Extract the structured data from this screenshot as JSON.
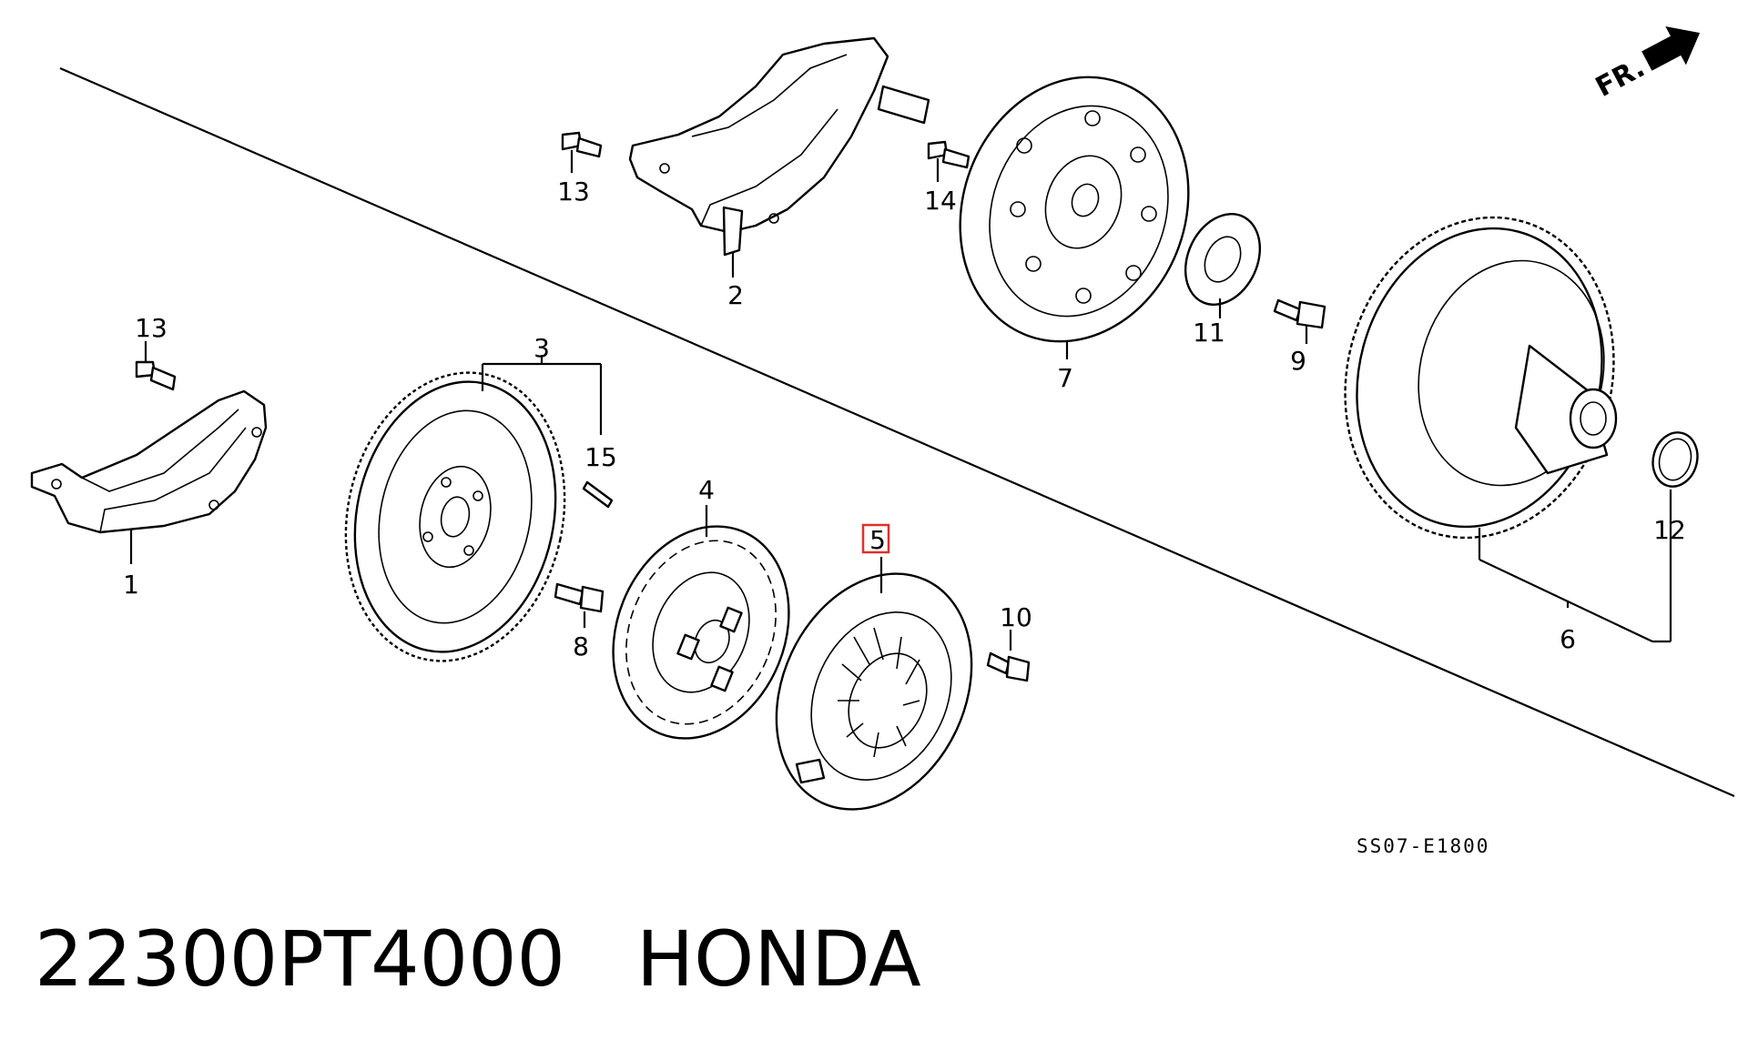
{
  "diagram": {
    "callouts": [
      "1",
      "2",
      "3",
      "4",
      "5",
      "6",
      "7",
      "8",
      "9",
      "10",
      "11",
      "12",
      "13",
      "13",
      "14",
      "15"
    ],
    "highlighted_callout": "5",
    "highlight_color": "#e0302a",
    "drawing_code": "SS07-E1800",
    "direction_label": "FR."
  },
  "caption": {
    "part_number": "22300PT4000",
    "brand": "HONDA"
  }
}
